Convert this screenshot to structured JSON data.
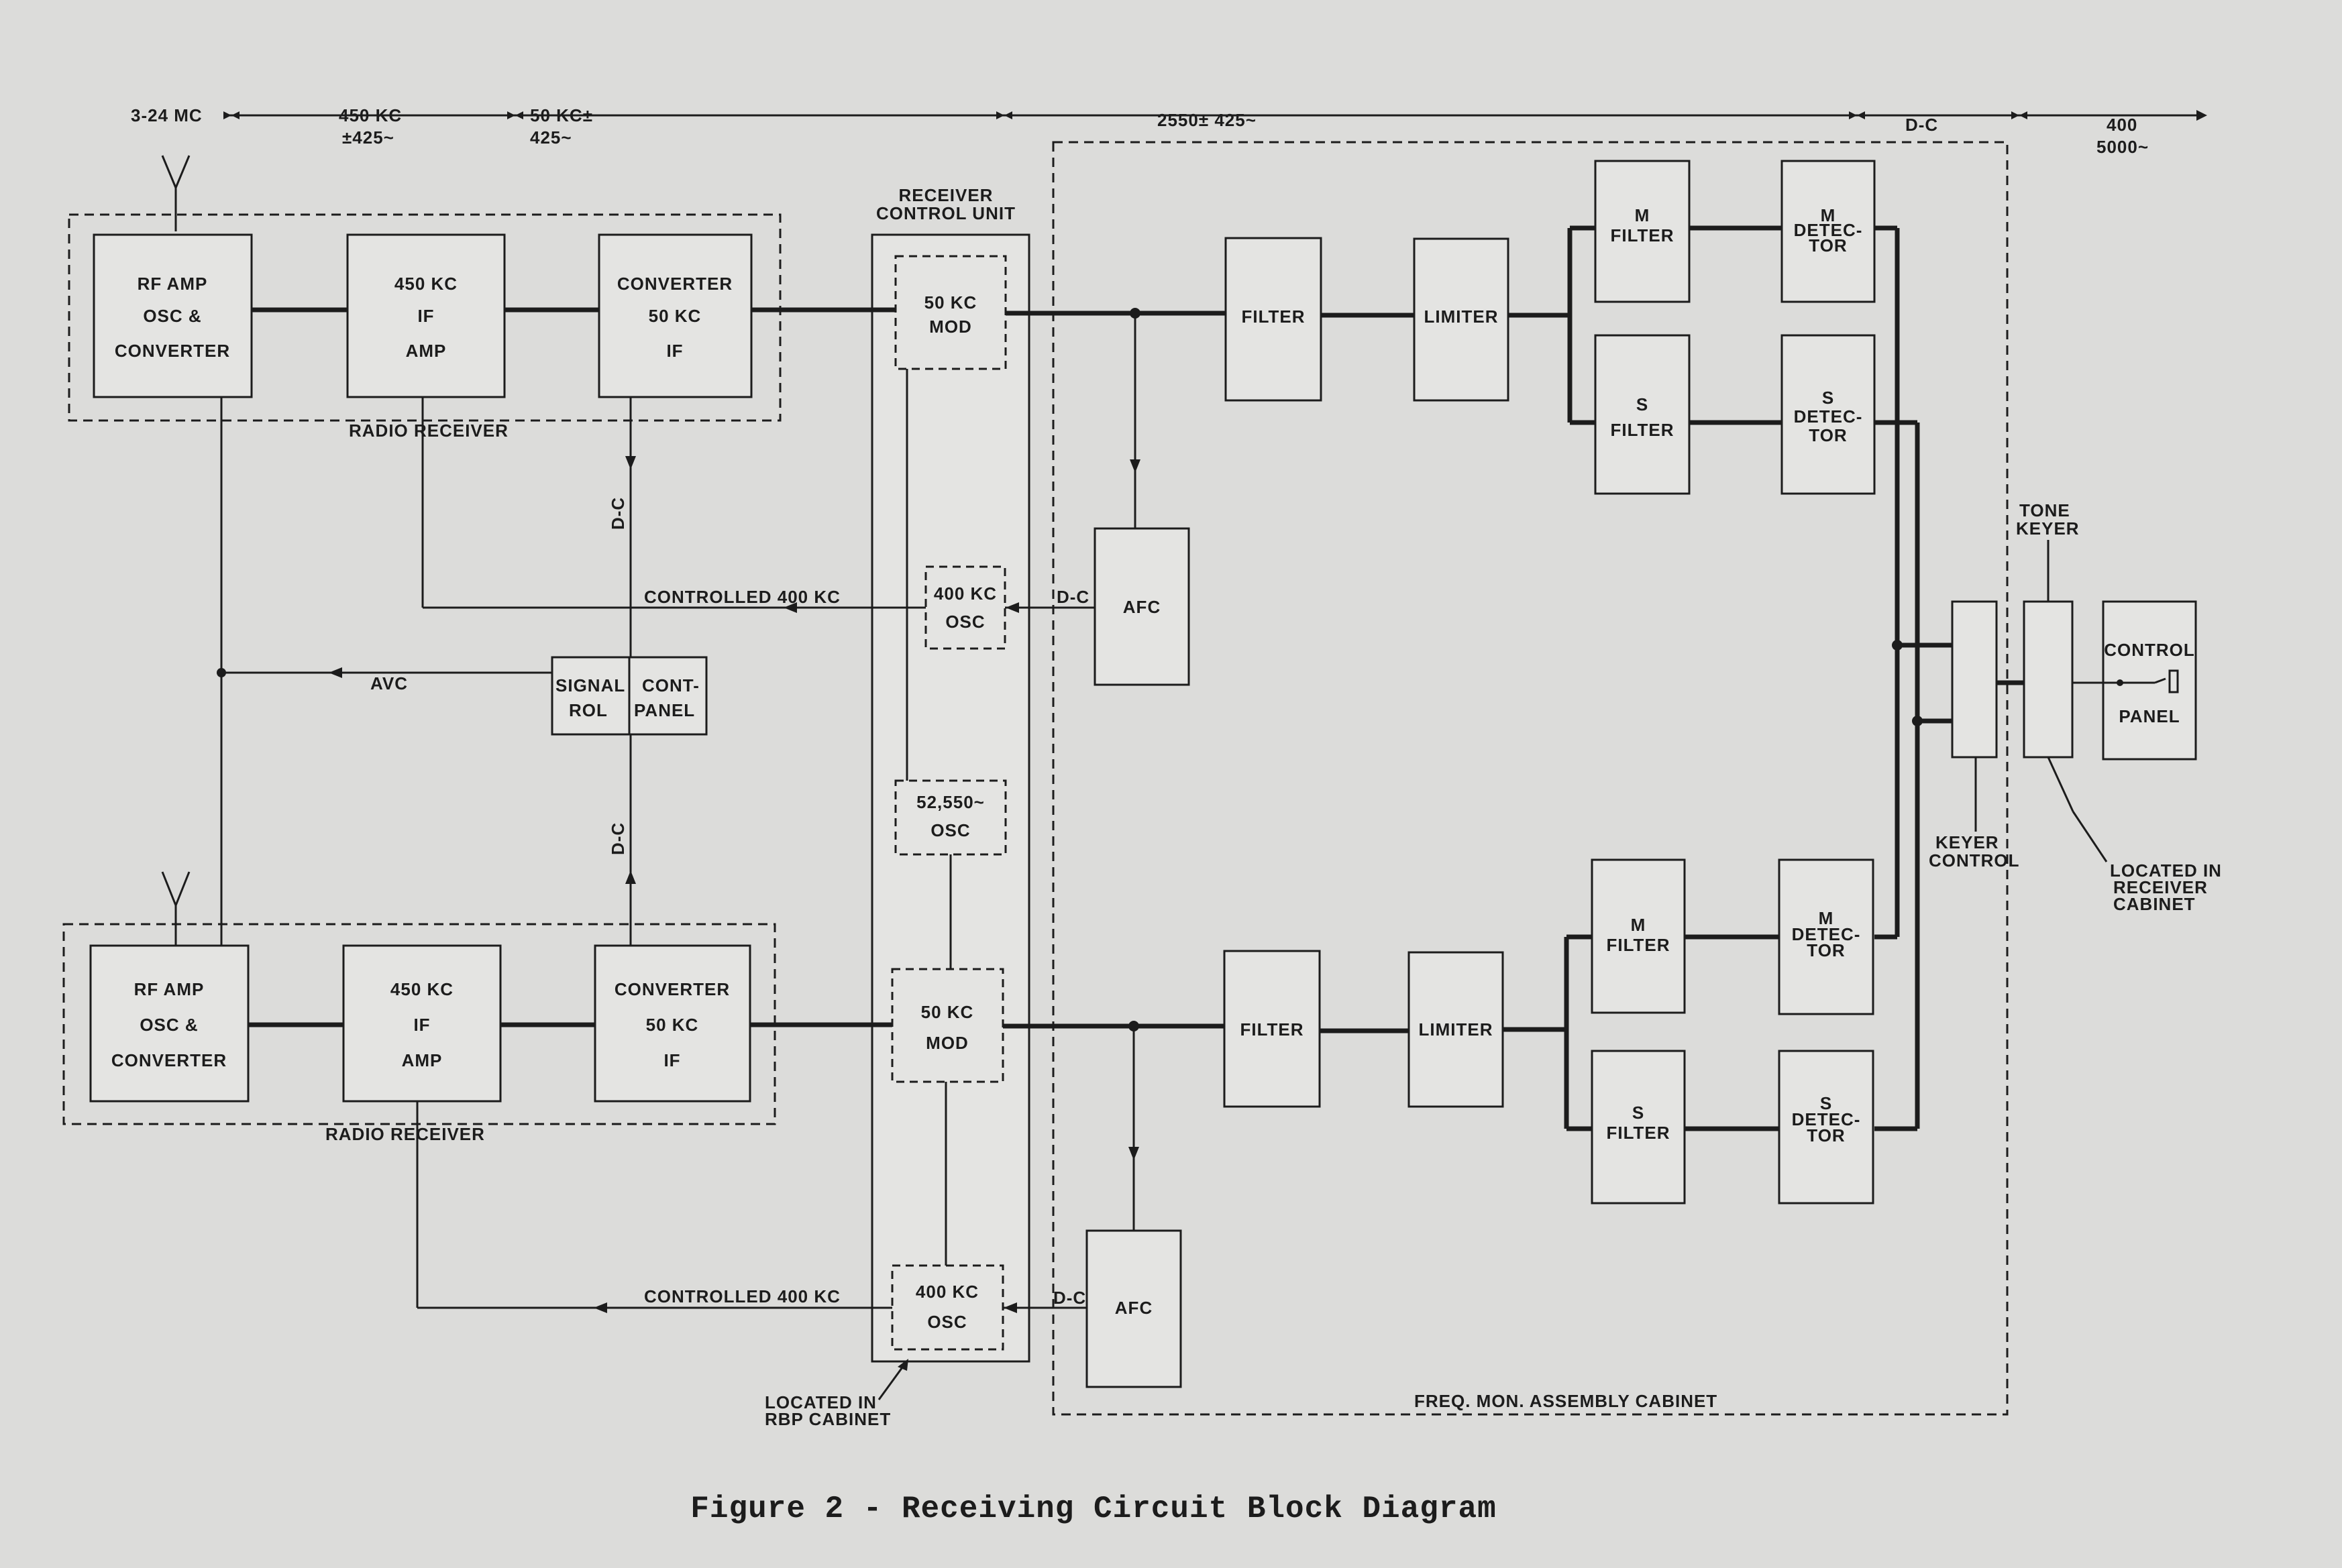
{
  "figure": {
    "caption": "Figure 2 - Receiving Circuit Block Diagram"
  },
  "top_scale": {
    "band1": "3-24 MC",
    "band2_line1": "450 KC",
    "band2_line2": "±425~",
    "band3_line1": "50 KC±",
    "band3_line2": "425~",
    "band4": "2550± 425~",
    "band5": "D-C",
    "band6_line1": "400",
    "band6_line2": "5000~"
  },
  "receiver_upper": {
    "rf": [
      "RF AMP",
      "OSC &",
      "CONVERTER"
    ],
    "if450": [
      "450 KC",
      "IF",
      "AMP"
    ],
    "conv": [
      "CONVERTER",
      "50 KC",
      "IF"
    ],
    "label": "RADIO RECEIVER"
  },
  "receiver_lower": {
    "rf": [
      "RF AMP",
      "OSC &",
      "CONVERTER"
    ],
    "if450": [
      "450 KC",
      "IF",
      "AMP"
    ],
    "conv": [
      "CONVERTER",
      "50 KC",
      "IF"
    ],
    "label": "RADIO RECEIVER"
  },
  "control_unit": {
    "title_line1": "RECEIVER",
    "title_line2": "CONTROL UNIT",
    "mod_upper": [
      "50 KC",
      "MOD"
    ],
    "osc400_upper": [
      "400 KC",
      "OSC"
    ],
    "osc52550": [
      "52,550~",
      "OSC"
    ],
    "mod_lower": [
      "50 KC",
      "MOD"
    ],
    "osc400_lower": [
      "400 KC",
      "OSC"
    ],
    "location_line1": "LOCATED IN",
    "location_line2": "RBP CABINET"
  },
  "signal_panel": {
    "col1": [
      "SIGNAL",
      "ROL"
    ],
    "col2": [
      "CONT-",
      "PANEL"
    ]
  },
  "wire_labels": {
    "dc_upper": "D-C",
    "dc_lower": "D-C",
    "avc": "AVC",
    "controlled_upper": "CONTROLLED 400 KC",
    "controlled_lower": "CONTROLLED 400 KC",
    "afc_dc_upper": "D-C",
    "afc_dc_lower": "D-C"
  },
  "freq_mon": {
    "cabinet_label": "FREQ. MON. ASSEMBLY CABINET",
    "upper": {
      "filter": "FILTER",
      "limiter": "LIMITER",
      "afc": "AFC",
      "m_filter": [
        "M",
        "FILTER"
      ],
      "s_filter": [
        "S",
        "FILTER"
      ],
      "m_detector": [
        "M",
        "DETEC-",
        "TOR"
      ],
      "s_detector": [
        "S",
        "DETEC-",
        "TOR"
      ]
    },
    "lower": {
      "filter": "FILTER",
      "limiter": "LIMITER",
      "afc": "AFC",
      "m_filter": [
        "M",
        "FILTER"
      ],
      "s_filter": [
        "S",
        "FILTER"
      ],
      "m_detector": [
        "M",
        "DETEC-",
        "TOR"
      ],
      "s_detector": [
        "S",
        "DETEC-",
        "TOR"
      ]
    }
  },
  "keyer": {
    "tone_keyer_line1": "TONE",
    "tone_keyer_line2": "KEYER",
    "keyer_control_line1": "KEYER",
    "keyer_control_line2": "CONTROL",
    "control_panel_line1": "CONTROL",
    "control_panel_line2": "PANEL",
    "location_line1": "LOCATED IN",
    "location_line2": "RECEIVER",
    "location_line3": "CABINET"
  }
}
